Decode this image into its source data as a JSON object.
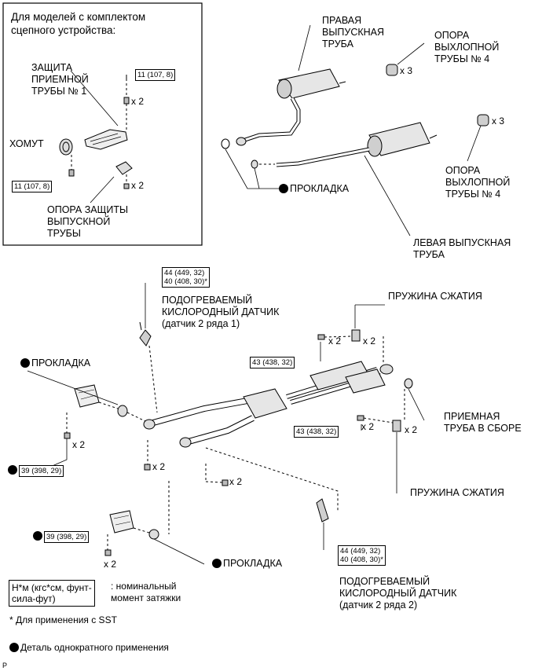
{
  "inset": {
    "title": "Для моделей с комплектом\nсцепного устройства:",
    "guard_label": "ЗАЩИТА\nПРИЕМНОЙ\nТРУБЫ № 1",
    "clamp_label": "ХОМУТ",
    "guard_support_label": "ОПОРА ЗАЩИТЫ\nВЫПУСКНОЙ\nТРУБЫ",
    "torque_top": "11 (107, 8)",
    "torque_left": "11 (107, 8)",
    "qty_top": "x 2",
    "qty_bottom": "x 2"
  },
  "labels": {
    "right_pipe": "ПРАВАЯ\nВЫПУСКНАЯ\nТРУБА",
    "support_top": "ОПОРА\nВЫХЛОПНОЙ\nТРУБЫ № 4",
    "support_right": "ОПОРА\nВЫХЛОПНОЙ\nТРУБЫ № 4",
    "gasket_top": "ПРОКЛАДКА",
    "left_pipe": "ЛЕВАЯ ВЫПУСКНАЯ\nТРУБА",
    "sensor_1": "ПОДОГРЕВАЕМЫЙ\nКИСЛОРОДНЫЙ ДАТЧИК\n(датчик 2 ряда 1)",
    "spring_top": "ПРУЖИНА СЖАТИЯ",
    "gasket_left": "ПРОКЛАДКА",
    "front_pipe": "ПРИЕМНАЯ\nТРУБА В СБОРЕ",
    "spring_bottom": "ПРУЖИНА СЖАТИЯ",
    "gasket_bottom": "ПРОКЛАДКА",
    "sensor_2": "ПОДОГРЕВАЕМЫЙ\nКИСЛОРОДНЫЙ ДАТЧИК\n(датчик 2 ряда 2)"
  },
  "quantities": {
    "support_top": "x 3",
    "support_right": "x 3",
    "spring_top_bolt": "x 2",
    "spring_top": "x 2",
    "left_nut": "x 2",
    "front_pipe_nut": "x 2",
    "spring_bottom_bolt": "x 2",
    "bolt_mid_left": "x 2",
    "bolt_mid": "x 2",
    "nut_bottom_left": "x 2"
  },
  "torques": {
    "sensor_1": "44 (449, 32)\n40 (408, 30)*",
    "spring_top": "43 (438, 32)",
    "left_nut": "39 (398, 29)",
    "spring_bottom": "43 (438, 32)",
    "bottom_left": "39 (398, 29)",
    "sensor_2": "44 (449, 32)\n40 (408, 30)*"
  },
  "legend": {
    "torque_unit": "Н*м (кгс*см, фунт-\nсила-фут)",
    "torque_desc": ": номинальный\nмомент затяжки",
    "sst_note": "* Для применения с SST",
    "single_use": "Деталь однократного применения",
    "corner": "P"
  }
}
